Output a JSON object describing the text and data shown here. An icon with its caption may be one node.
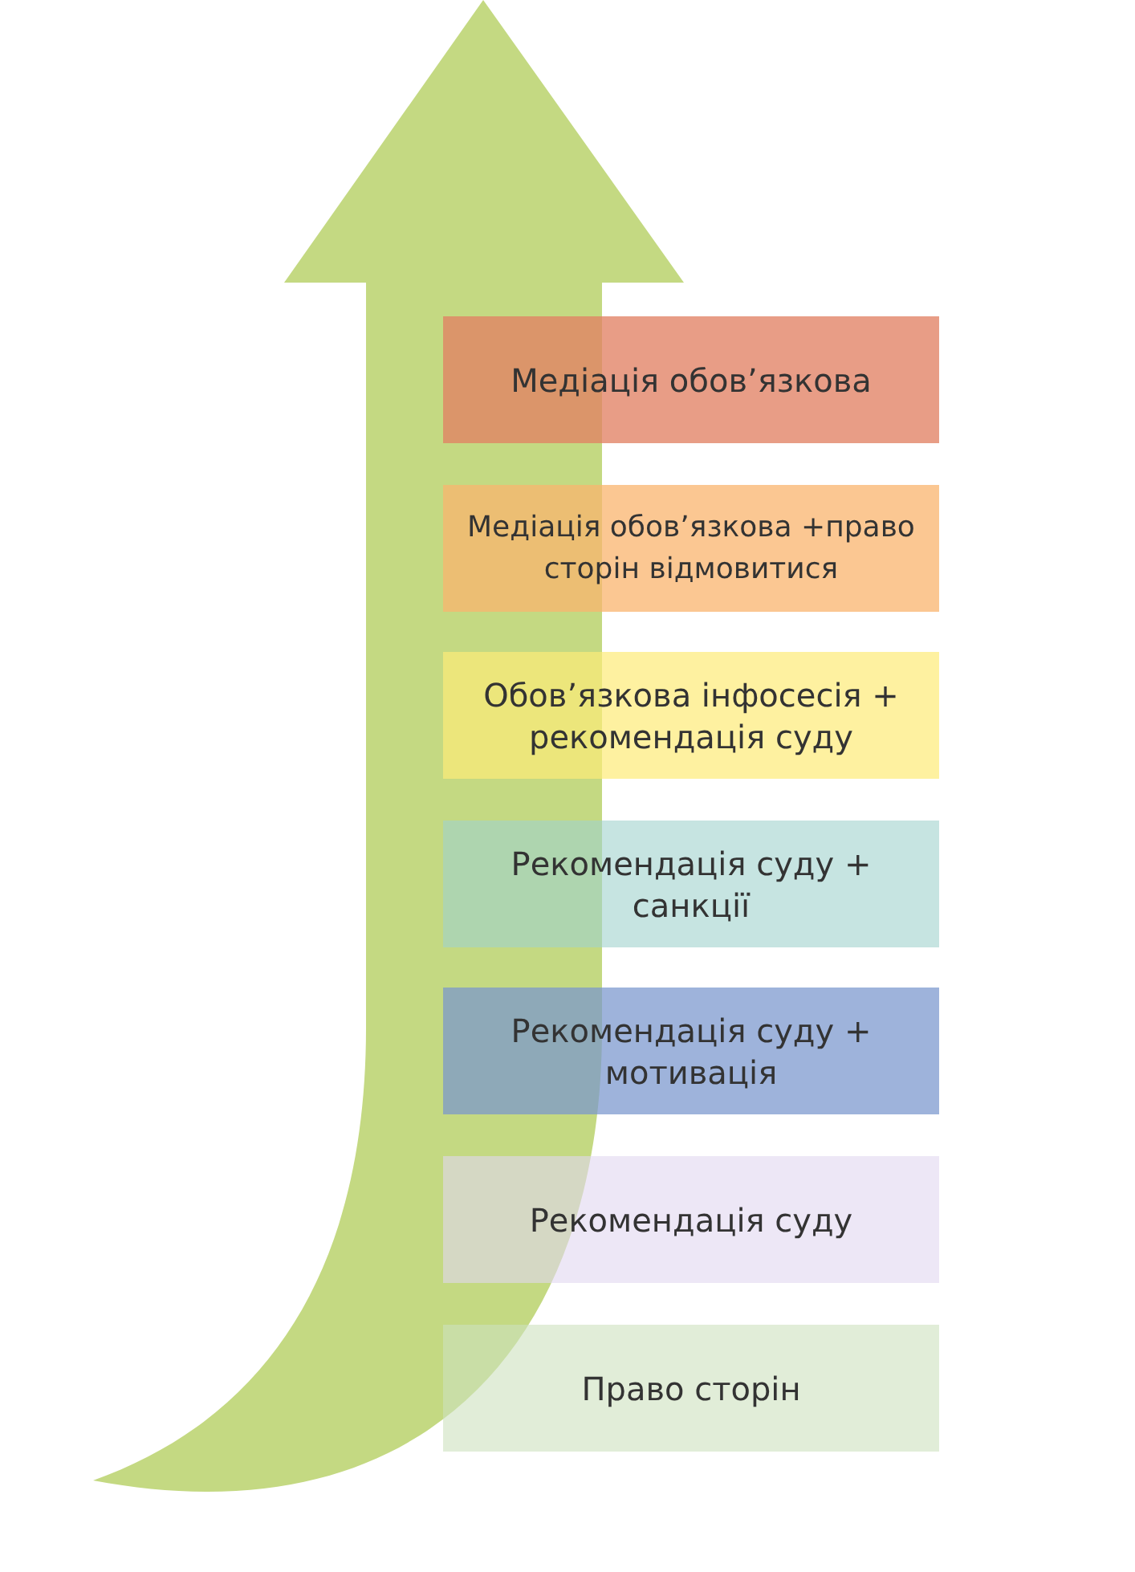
{
  "diagram": {
    "nodes": [
      {
        "text": [
          "Медіація обов’язкова"
        ]
      },
      {
        "text": [
          "Медіація обов’язкова +право сторін відмовитися"
        ]
      },
      {
        "text": [
          "Обов’язкова інфосесія + рекомендація суду"
        ]
      },
      {
        "text": [
          "Рекомендація суду + санкції"
        ]
      },
      {
        "text": [
          "Рекомендація суду + мотивація"
        ]
      },
      {
        "text": [
          "Рекомендація суду"
        ]
      },
      {
        "text": [
          "Право сторін"
        ]
      }
    ]
  }
}
